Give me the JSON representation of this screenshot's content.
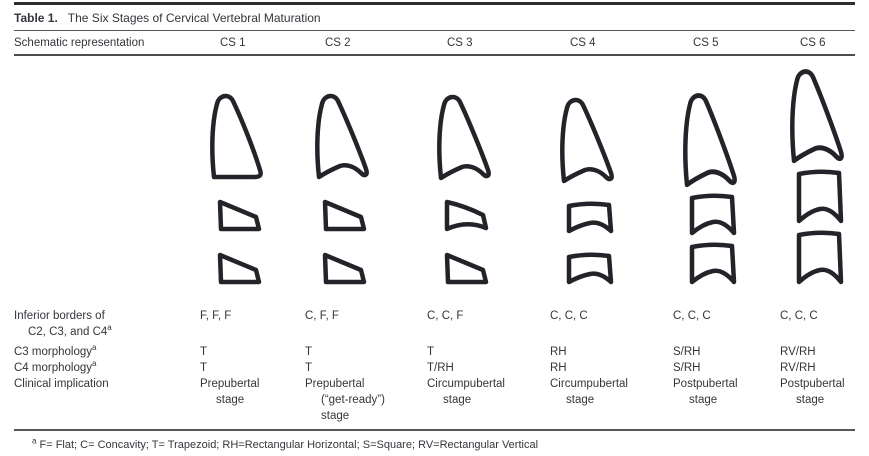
{
  "table": {
    "title_label": "Table 1.",
    "title_text": "The Six Stages of Cervical Vertebral Maturation",
    "header": {
      "first_col": "Schematic representation",
      "stages": [
        "CS 1",
        "CS 2",
        "CS 3",
        "CS 4",
        "CS 5",
        "CS 6"
      ]
    },
    "schematics": [
      {
        "stage": "CS 1",
        "c2": "fin-flat",
        "c3": "trapezoid",
        "c4": "trapezoid"
      },
      {
        "stage": "CS 2",
        "c2": "fin-concave",
        "c3": "trapezoid",
        "c4": "trapezoid"
      },
      {
        "stage": "CS 3",
        "c2": "fin-concave",
        "c3": "trapezoid-concave",
        "c4": "trapezoid"
      },
      {
        "stage": "CS 4",
        "c2": "fin-concave",
        "c3": "rect-h-concave",
        "c4": "rect-h-concave"
      },
      {
        "stage": "CS 5",
        "c2": "fin-concave",
        "c3": "square-concave",
        "c4": "square-concave"
      },
      {
        "stage": "CS 6",
        "c2": "fin-concave",
        "c3": "rect-v-concave",
        "c4": "rect-v-concave"
      }
    ],
    "rows": [
      {
        "label_lines": [
          "Inferior borders of",
          "C2, C3, and C4"
        ],
        "label_sup": "a",
        "values": [
          "F, F, F",
          "C, F, F",
          "C, C, F",
          "C, C, C",
          "C, C, C",
          "C, C, C"
        ]
      },
      {
        "label_lines": [
          "C3 morphology"
        ],
        "label_sup": "a",
        "values": [
          "T",
          "T",
          "T",
          "RH",
          "S/RH",
          "RV/RH"
        ]
      },
      {
        "label_lines": [
          "C4 morphology"
        ],
        "label_sup": "a",
        "values": [
          "T",
          "T",
          "T/RH",
          "RH",
          "S/RH",
          "RV/RH"
        ]
      },
      {
        "label_lines": [
          "Clinical implication"
        ],
        "label_sup": "",
        "values_lines": [
          [
            "Prepubertal",
            "stage"
          ],
          [
            "Prepubertal",
            "(“get-ready”)",
            "stage"
          ],
          [
            "Circumpubertal",
            "stage"
          ],
          [
            "Circumpubertal",
            "stage"
          ],
          [
            "Postpubertal",
            "stage"
          ],
          [
            "Postpubertal",
            "stage"
          ]
        ]
      }
    ],
    "footnote_sup": "a",
    "footnote": "F= Flat; C= Concavity; T= Trapezoid; RH=Rectangular Horizontal; S=Square; RV=Rectangular Vertical"
  }
}
